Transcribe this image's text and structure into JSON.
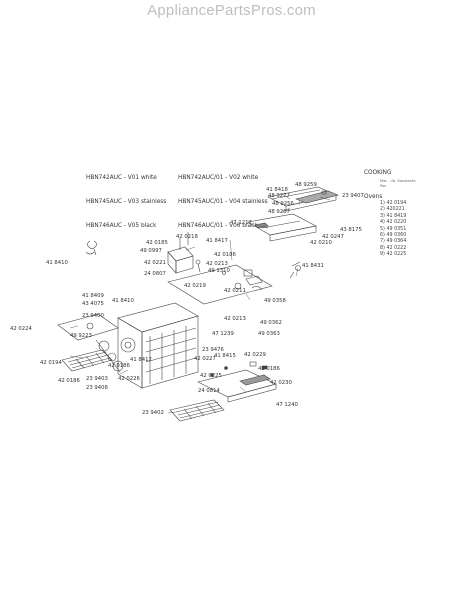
{
  "watermark": "AppliancePartsPros.com",
  "header": {
    "models_left": [
      "HBN742AUC - V01 white",
      "HBN745AUC - V03 stainless",
      "HBN746AUC - V05 black"
    ],
    "models_right": [
      "HBN742AUC/01 - V02 white",
      "HBN745AUC/01 - V04 stainless",
      "HBN746AUC/01 - V06 black"
    ],
    "category": "COOKING",
    "subcategory": "Ovens"
  },
  "legend": {
    "title": "Mat. - Nr.  Konstante",
    "title2": "Pos",
    "items": [
      "1) 42 0194",
      "2) 420221",
      "3) 41 8419",
      "4) 42 0220",
      "5) 49 0351",
      "6) 49 0360",
      "7) 49 0364",
      "8) 42 0222",
      "9) 42 0225"
    ]
  },
  "part_numbers": [
    "41 8418",
    "48 9259",
    "48 9277",
    "23 9407",
    "48 9256",
    "48 9267",
    "47 1217",
    "43 8175",
    "42 0247",
    "42 0210",
    "42 0218",
    "42 0185",
    "41 8417",
    "49 0997",
    "42 0186",
    "42 0221",
    "42 0213",
    "41 8410",
    "24 0807",
    "49 1310",
    "41 8431",
    "42 0219",
    "41 8409",
    "41 8410",
    "43 4075",
    "23 9400",
    "49 0358",
    "42 0224",
    "42 0211",
    "42 0213",
    "49 0362",
    "49 9223",
    "47 1239",
    "49 0363",
    "41 8412",
    "23 9476",
    "41 8415",
    "42 0229",
    "42 0194",
    "42 0227",
    "42 0186",
    "42 0186",
    "42 0226",
    "23 9403",
    "23 9408",
    "42 0225",
    "42 0230",
    "24 0814",
    "47 1240",
    "23 9402"
  ]
}
